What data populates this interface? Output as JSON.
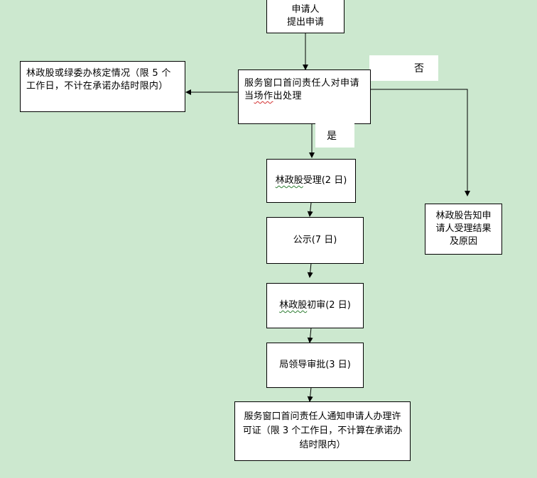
{
  "nodes": {
    "apply": {
      "line1": "申请人",
      "line2": "提出申请"
    },
    "window_handle": {
      "text_a": "服务窗口首问责任人对申请当",
      "text_b": "场作",
      "text_c": "出处理"
    },
    "side_check": {
      "text": "林政股或绿委办核定情况（限 5 个工作日，不计在承诺办结时限内）"
    },
    "accept": {
      "prefix": "林政股",
      "suffix": "受理(2 日)"
    },
    "publicity": {
      "text": "公示(7 日)"
    },
    "prelim": {
      "prefix": "林政股",
      "suffix": "初审(2 日)"
    },
    "approval": {
      "text": "局领导审批(3 日)"
    },
    "notify": {
      "text": "服务窗口首问责任人通知申请人办理许可证（限 3 个工作日，不计算在承诺办结时限内）"
    },
    "reject": {
      "line1": "林政股告知申",
      "line2": "请人受理结果",
      "line3": "及原因"
    }
  },
  "labels": {
    "no": "否",
    "yes": "是"
  }
}
